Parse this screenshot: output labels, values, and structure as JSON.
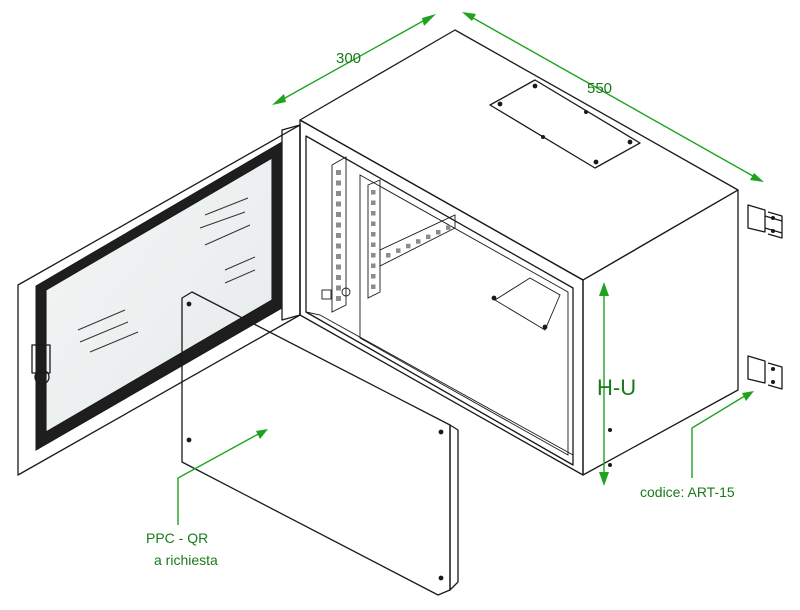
{
  "dimensions": {
    "depth": "300",
    "width": "550",
    "height": "H-U"
  },
  "labels": {
    "code": "codice: ART-15",
    "panel_line1": "PPC - QR",
    "panel_line2": "a richiesta"
  },
  "colors": {
    "dimension_green": "#1fa31f",
    "label_green": "#1a7a1a",
    "cabinet_body": "#d6d8d8",
    "cabinet_shadow": "#bfc2c2",
    "outline": "#1a1a1a"
  }
}
